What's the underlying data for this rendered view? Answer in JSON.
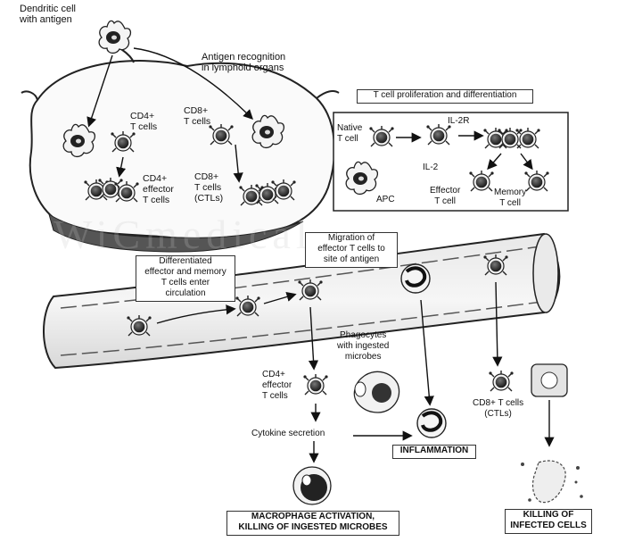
{
  "labels": {
    "dendritic_cell": "Dendritic cell\nwith antigen",
    "antigen_recognition": "Antigen recognition\nin lymphoid organs",
    "cd4_t_cells": "CD4+\nT cells",
    "cd8_t_cells": "CD8+\nT cells",
    "cd4_effector": "CD4+\neffector\nT cells",
    "cd8_ctls": "CD8+\nT cells\n(CTLs)",
    "proliferation_title": "T cell proliferation and differentiation",
    "native_t_cell": "Native\nT cell",
    "il2r": "IL-2R",
    "il2": "IL-2",
    "apc": "APC",
    "effector_t_cell": "Effector\nT cell",
    "memory_t_cell": "Memory\nT cell",
    "migration": "Migration of\neffector T cells to\nsite of antigen",
    "differentiated": "Differentiated\neffector and memory\nT cells enter\ncirculation",
    "phagocytes": "Phagocytes\nwith ingested\nmicrobes",
    "cd4_effector_lower": "CD4+\neffector\nT cells",
    "cytokine_secretion": "Cytokine secretion",
    "cd8_ctls_lower": "CD8+ T cells\n(CTLs)",
    "inflammation": "INFLAMMATION",
    "macrophage_activation": "MACROPHAGE ACTIVATION,\nKILLING OF INGESTED MICROBES",
    "killing_infected": "KILLING OF\nINFECTED CELLS",
    "watermark": "WiCmedical"
  }
}
